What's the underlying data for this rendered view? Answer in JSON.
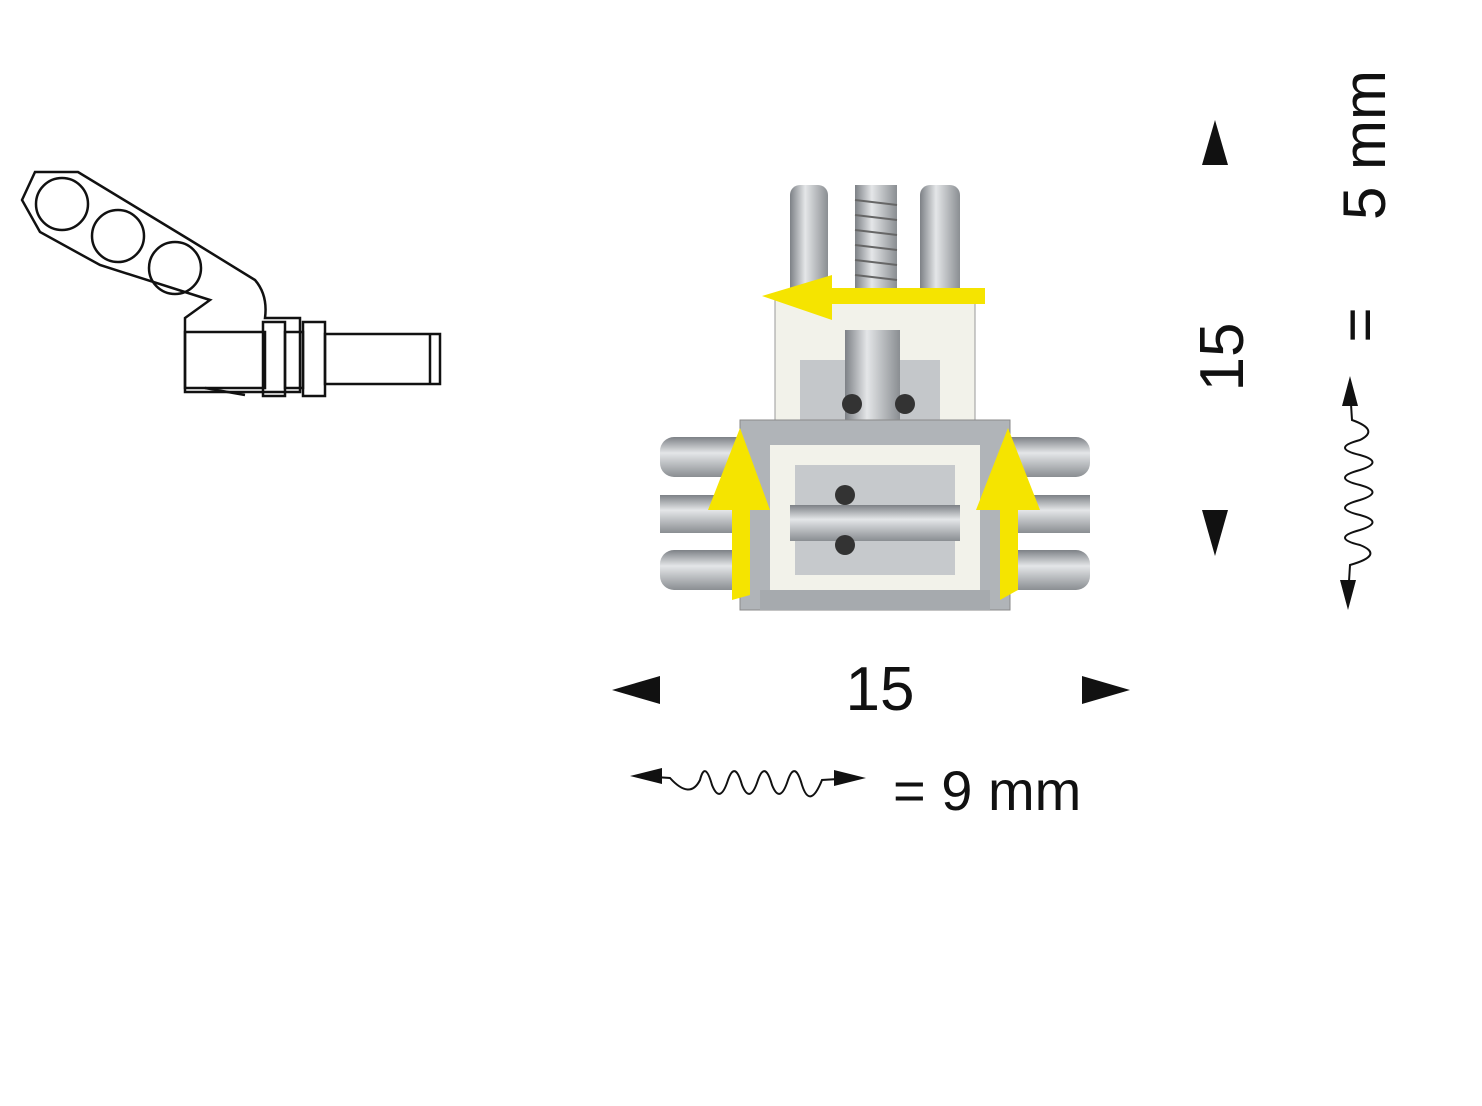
{
  "dimensions": {
    "width_label": "15",
    "height_label": "15"
  },
  "springs": {
    "horizontal_equals": "= 9 mm",
    "vertical_value": "5 mm",
    "vertical_equals": "="
  },
  "colors": {
    "arrow_yellow": "#f5e400",
    "metal": "#b8bcc0",
    "plastic": "#f2f2ea",
    "ink": "#111111"
  }
}
